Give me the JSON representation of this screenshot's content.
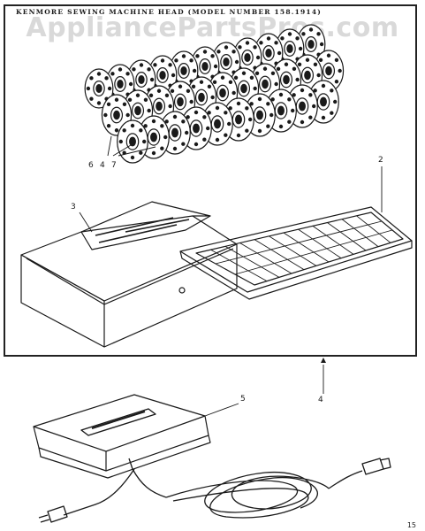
{
  "header": {
    "title": "KENMORE SEWING MACHINE HEAD (MODEL NUMBER 158.1914)"
  },
  "watermark": {
    "text": "AppliancePartsPros.com"
  },
  "callouts": {
    "bobbin_part_a": "6",
    "bobbin_part_b": "4",
    "bobbin_part_c": "7",
    "tray": "2",
    "case": "3",
    "cord_lead": "4",
    "foot_control": "5"
  },
  "footer": {
    "page_number": "15"
  },
  "colors": {
    "ink": "#1a1a1a",
    "watermark": "#d9d9d9",
    "background": "#ffffff"
  }
}
